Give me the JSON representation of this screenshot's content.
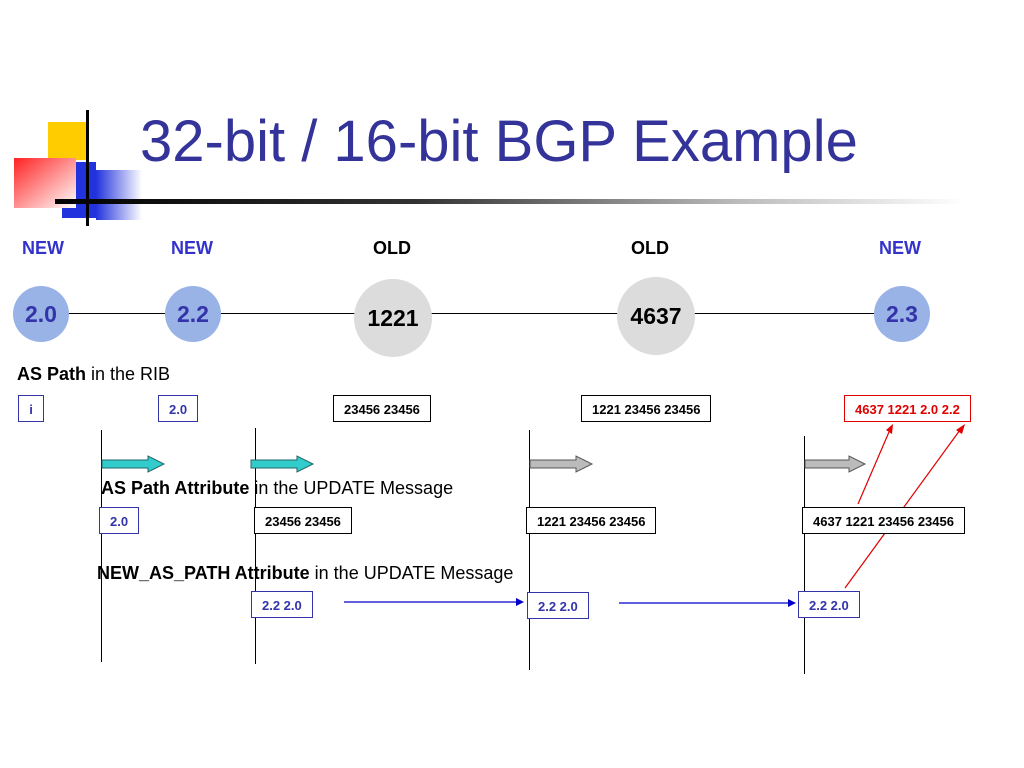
{
  "title": "32-bit / 16-bit BGP Example",
  "roles": [
    "NEW",
    "NEW",
    "OLD",
    "OLD",
    "NEW"
  ],
  "nodes": [
    "2.0",
    "2.2",
    "1221",
    "4637",
    "2.3"
  ],
  "captions": {
    "rib_bold": "AS Path",
    "rib_rest": " in the RIB",
    "update_bold": "AS Path Attribute",
    "update_rest": " in the UPDATE Message",
    "newpath_bold": "NEW_AS_PATH Attribute",
    "newpath_rest": " in the UPDATE Message"
  },
  "rib": [
    "i",
    "2.0",
    "23456 23456",
    "1221 23456 23456",
    "4637 1221 2.0 2.2"
  ],
  "as_path_attr": [
    "2.0",
    "23456  23456",
    "1221 23456 23456",
    "4637 1221 23456 23456"
  ],
  "new_as_path_attr": [
    "2.2  2.0",
    "2.2  2.0",
    "2.2  2.0"
  ],
  "colors": {
    "title": "#333399",
    "new_node": "#99b3e6",
    "old_node": "#dcdcdc",
    "teal_arrow": "#33cccc",
    "gray_arrow": "#bbbbbb",
    "red": "#e00000",
    "blue": "#3333aa"
  }
}
